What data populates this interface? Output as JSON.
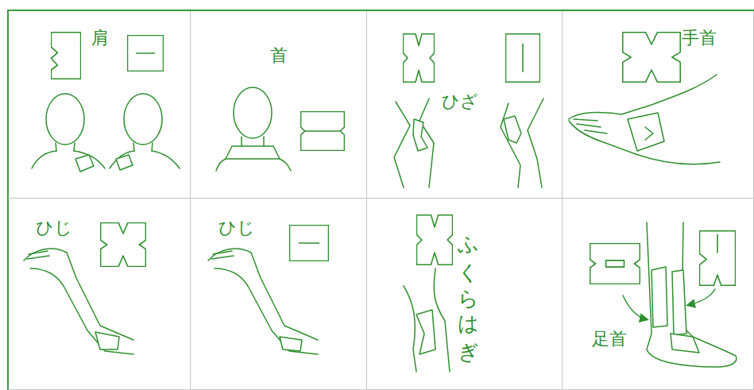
{
  "diagram": {
    "nodes": [
      {
        "text": [
          "肩"
        ]
      },
      {
        "text": [
          "首"
        ]
      },
      {
        "text": [
          "ひざ"
        ]
      },
      {
        "text": [
          "手首"
        ]
      },
      {
        "text": [
          "ひじ"
        ]
      },
      {
        "text": [
          "ひじ"
        ]
      },
      {
        "text": [
          "ふくらはぎ"
        ]
      },
      {
        "text": [
          "足首"
        ]
      }
    ]
  }
}
